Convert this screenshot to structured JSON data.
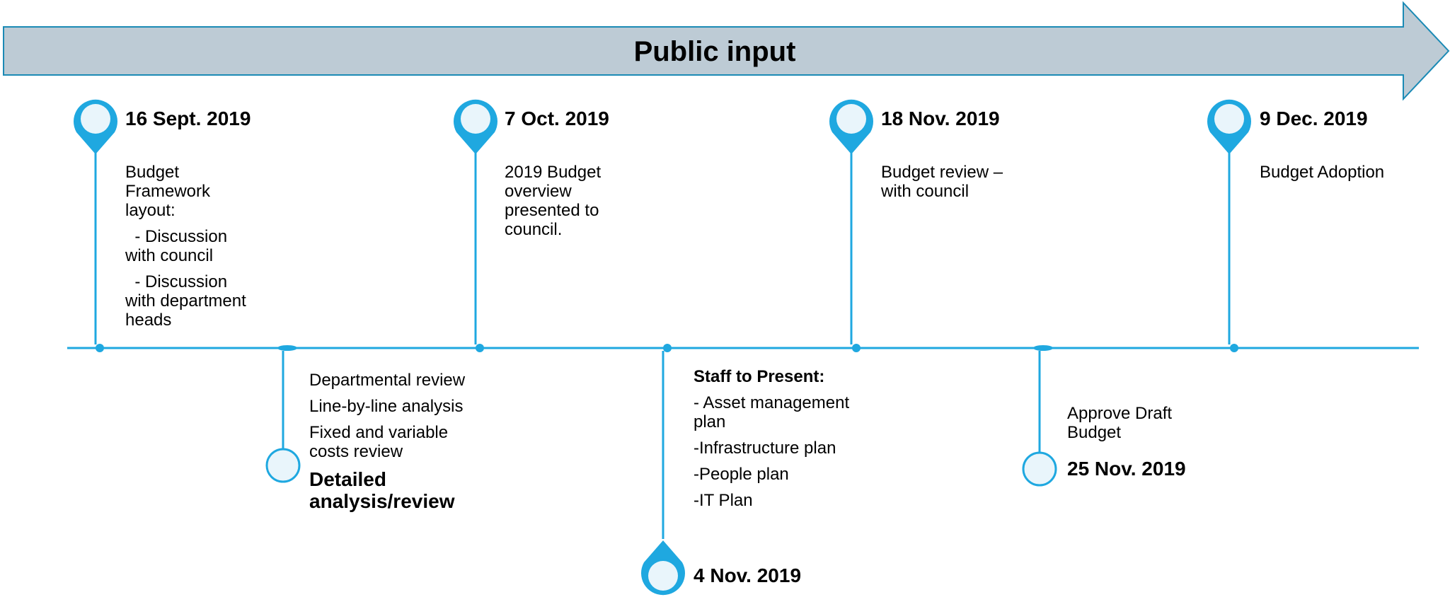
{
  "banner": {
    "title": "Public input"
  },
  "milestones": [
    {
      "date": "16 Sept. 2019",
      "lines": [
        "Budget Framework layout:",
        "  - Discussion with council",
        "  - Discussion with department heads"
      ]
    },
    {
      "date": "7 Oct. 2019",
      "lines": [
        "2019 Budget overview presented to council."
      ]
    },
    {
      "date": "18 Nov. 2019",
      "lines": [
        "Budget review – with council"
      ]
    },
    {
      "date": "9 Dec. 2019",
      "lines": [
        "Budget Adoption"
      ]
    },
    {
      "date": "4 Nov. 2019",
      "heading": "Staff to Present:",
      "lines": [
        "- Asset management plan",
        "-Infrastructure plan",
        "-People plan",
        "-IT Plan"
      ]
    },
    {
      "date": "25 Nov. 2019",
      "lines": [
        "Approve Draft Budget"
      ]
    }
  ],
  "review": {
    "lines": [
      "Departmental review",
      "Line-by-line analysis",
      "Fixed and variable costs review"
    ],
    "label": "Detailed analysis/review"
  },
  "colors": {
    "accent": "#1FA8E0",
    "banner_fill": "#BDCBD5",
    "banner_stroke": "#1B8AB5",
    "pin_inner": "#E9F5FB"
  }
}
